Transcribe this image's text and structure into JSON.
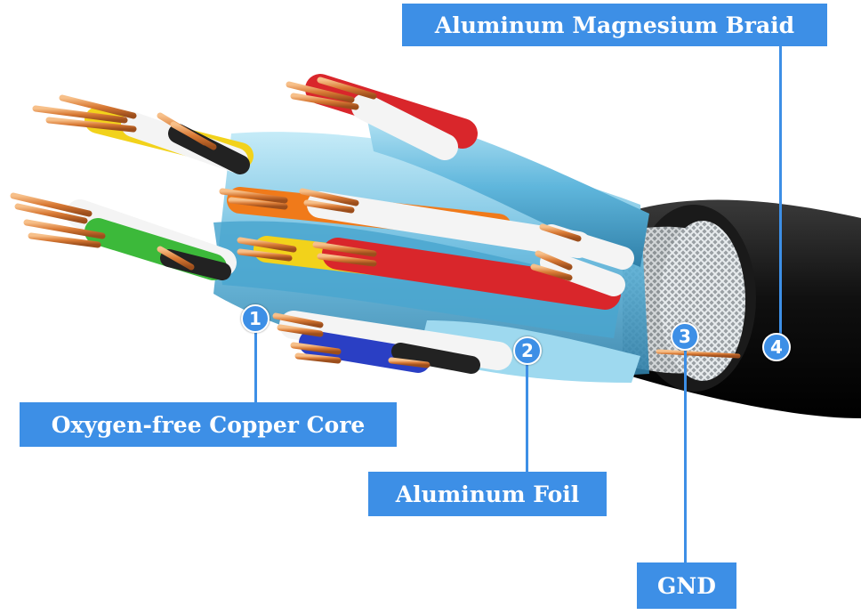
{
  "labels": {
    "braid": "Aluminum Magnesium Braid",
    "copper": "Oxygen-free Copper Core",
    "foil": "Aluminum Foil",
    "gnd": "GND"
  },
  "markers": [
    "1",
    "2",
    "3",
    "4"
  ],
  "colors": {
    "label_bg": "#3d8fe6",
    "label_text": "#ffffff",
    "jacket": "#141414",
    "foil": "#6ec6e8",
    "braid": "#bfc3c6",
    "copper": "#e08a4a",
    "wire_red": "#d9262b",
    "wire_yellow": "#f2d21b",
    "wire_green": "#3cb93a",
    "wire_blue": "#2a3fc4",
    "wire_orange": "#f07a1a",
    "wire_white": "#f4f4f4"
  }
}
